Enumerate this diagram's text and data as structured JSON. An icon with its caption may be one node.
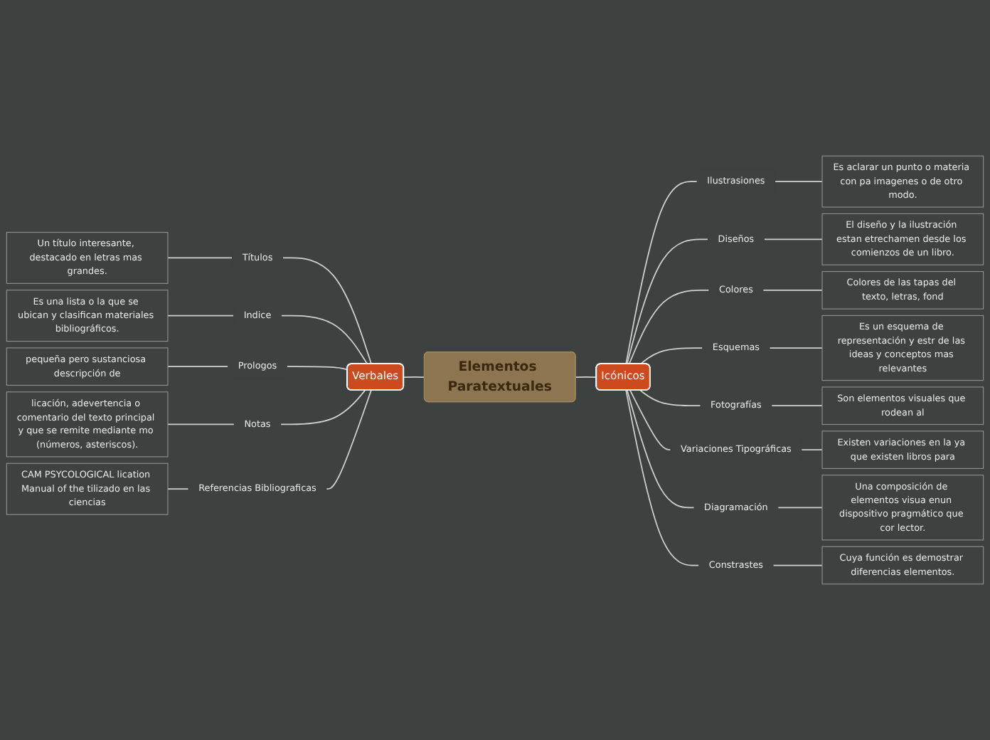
{
  "diagram": {
    "nodes": [
      {
        "text": [
          "Elementos Paratextuales"
        ]
      },
      {
        "text": [
          "Verbales"
        ]
      },
      {
        "text": [
          "Icónicos"
        ]
      },
      {
        "text": [
          "Títulos"
        ]
      },
      {
        "text": [
          "Un título interesante, destacado en letras mas grandes."
        ]
      },
      {
        "text": [
          "Indice"
        ]
      },
      {
        "text": [
          "Es una lista o la que se ubican y clasifican materiales bibliográficos."
        ]
      },
      {
        "text": [
          "Prologos"
        ]
      },
      {
        "text": [
          "pequeña pero sustanciosa descripción de"
        ]
      },
      {
        "text": [
          "Notas"
        ]
      },
      {
        "text": [
          "licación, adevertencia o comentario del texto principal y que se remite mediante mo (números, asteriscos)."
        ]
      },
      {
        "text": [
          "Referencias Bibliograficas"
        ]
      },
      {
        "text": [
          "CAM PSYCOLOGICAL lication Manual of the tilizado en las ciencias"
        ]
      },
      {
        "text": [
          "Ilustrasiones"
        ]
      },
      {
        "text": [
          "Es aclarar un punto o materia con pa imagenes o de otro modo."
        ]
      },
      {
        "text": [
          "Diseños"
        ]
      },
      {
        "text": [
          "El diseño y la ilustración estan etrechamen desde los comienzos de un libro."
        ]
      },
      {
        "text": [
          "Colores"
        ]
      },
      {
        "text": [
          "Colores de las tapas del texto, letras, fond"
        ]
      },
      {
        "text": [
          "Esquemas"
        ]
      },
      {
        "text": [
          "Es un esquema de representación y estr de las ideas y conceptos mas relevantes"
        ]
      },
      {
        "text": [
          "Fotografías"
        ]
      },
      {
        "text": [
          "Son elementos visuales que rodean al"
        ]
      },
      {
        "text": [
          "Variaciones Tipográficas"
        ]
      },
      {
        "text": [
          "Existen variaciones en la ya que existen libros para"
        ]
      },
      {
        "text": [
          "Diagramación"
        ]
      },
      {
        "text": [
          "Una composición de elementos visua enun dispositivo pragmático que cor lector."
        ]
      },
      {
        "text": [
          "Constrastes"
        ]
      },
      {
        "text": [
          "Cuya función es demostrar diferencias elementos."
        ]
      }
    ],
    "edges": [
      {
        "from": 0,
        "to": 1,
        "arrow": "none"
      },
      {
        "from": 0,
        "to": 2,
        "arrow": "none"
      },
      {
        "from": 1,
        "to": 3,
        "arrow": "none"
      },
      {
        "from": 3,
        "to": 4,
        "arrow": "none"
      },
      {
        "from": 1,
        "to": 5,
        "arrow": "none"
      },
      {
        "from": 5,
        "to": 6,
        "arrow": "none"
      },
      {
        "from": 1,
        "to": 7,
        "arrow": "none"
      },
      {
        "from": 7,
        "to": 8,
        "arrow": "none"
      },
      {
        "from": 1,
        "to": 9,
        "arrow": "none"
      },
      {
        "from": 9,
        "to": 10,
        "arrow": "none"
      },
      {
        "from": 1,
        "to": 11,
        "arrow": "none"
      },
      {
        "from": 11,
        "to": 12,
        "arrow": "none"
      },
      {
        "from": 2,
        "to": 13,
        "arrow": "none"
      },
      {
        "from": 13,
        "to": 14,
        "arrow": "none"
      },
      {
        "from": 2,
        "to": 15,
        "arrow": "none"
      },
      {
        "from": 15,
        "to": 16,
        "arrow": "none"
      },
      {
        "from": 2,
        "to": 17,
        "arrow": "none"
      },
      {
        "from": 17,
        "to": 18,
        "arrow": "none"
      },
      {
        "from": 2,
        "to": 19,
        "arrow": "none"
      },
      {
        "from": 19,
        "to": 20,
        "arrow": "none"
      },
      {
        "from": 2,
        "to": 21,
        "arrow": "none"
      },
      {
        "from": 21,
        "to": 22,
        "arrow": "none"
      },
      {
        "from": 2,
        "to": 23,
        "arrow": "none"
      },
      {
        "from": 23,
        "to": 24,
        "arrow": "none"
      },
      {
        "from": 2,
        "to": 25,
        "arrow": "none"
      },
      {
        "from": 25,
        "to": 26,
        "arrow": "none"
      },
      {
        "from": 2,
        "to": 27,
        "arrow": "none"
      },
      {
        "from": 27,
        "to": 28,
        "arrow": "none"
      }
    ]
  }
}
